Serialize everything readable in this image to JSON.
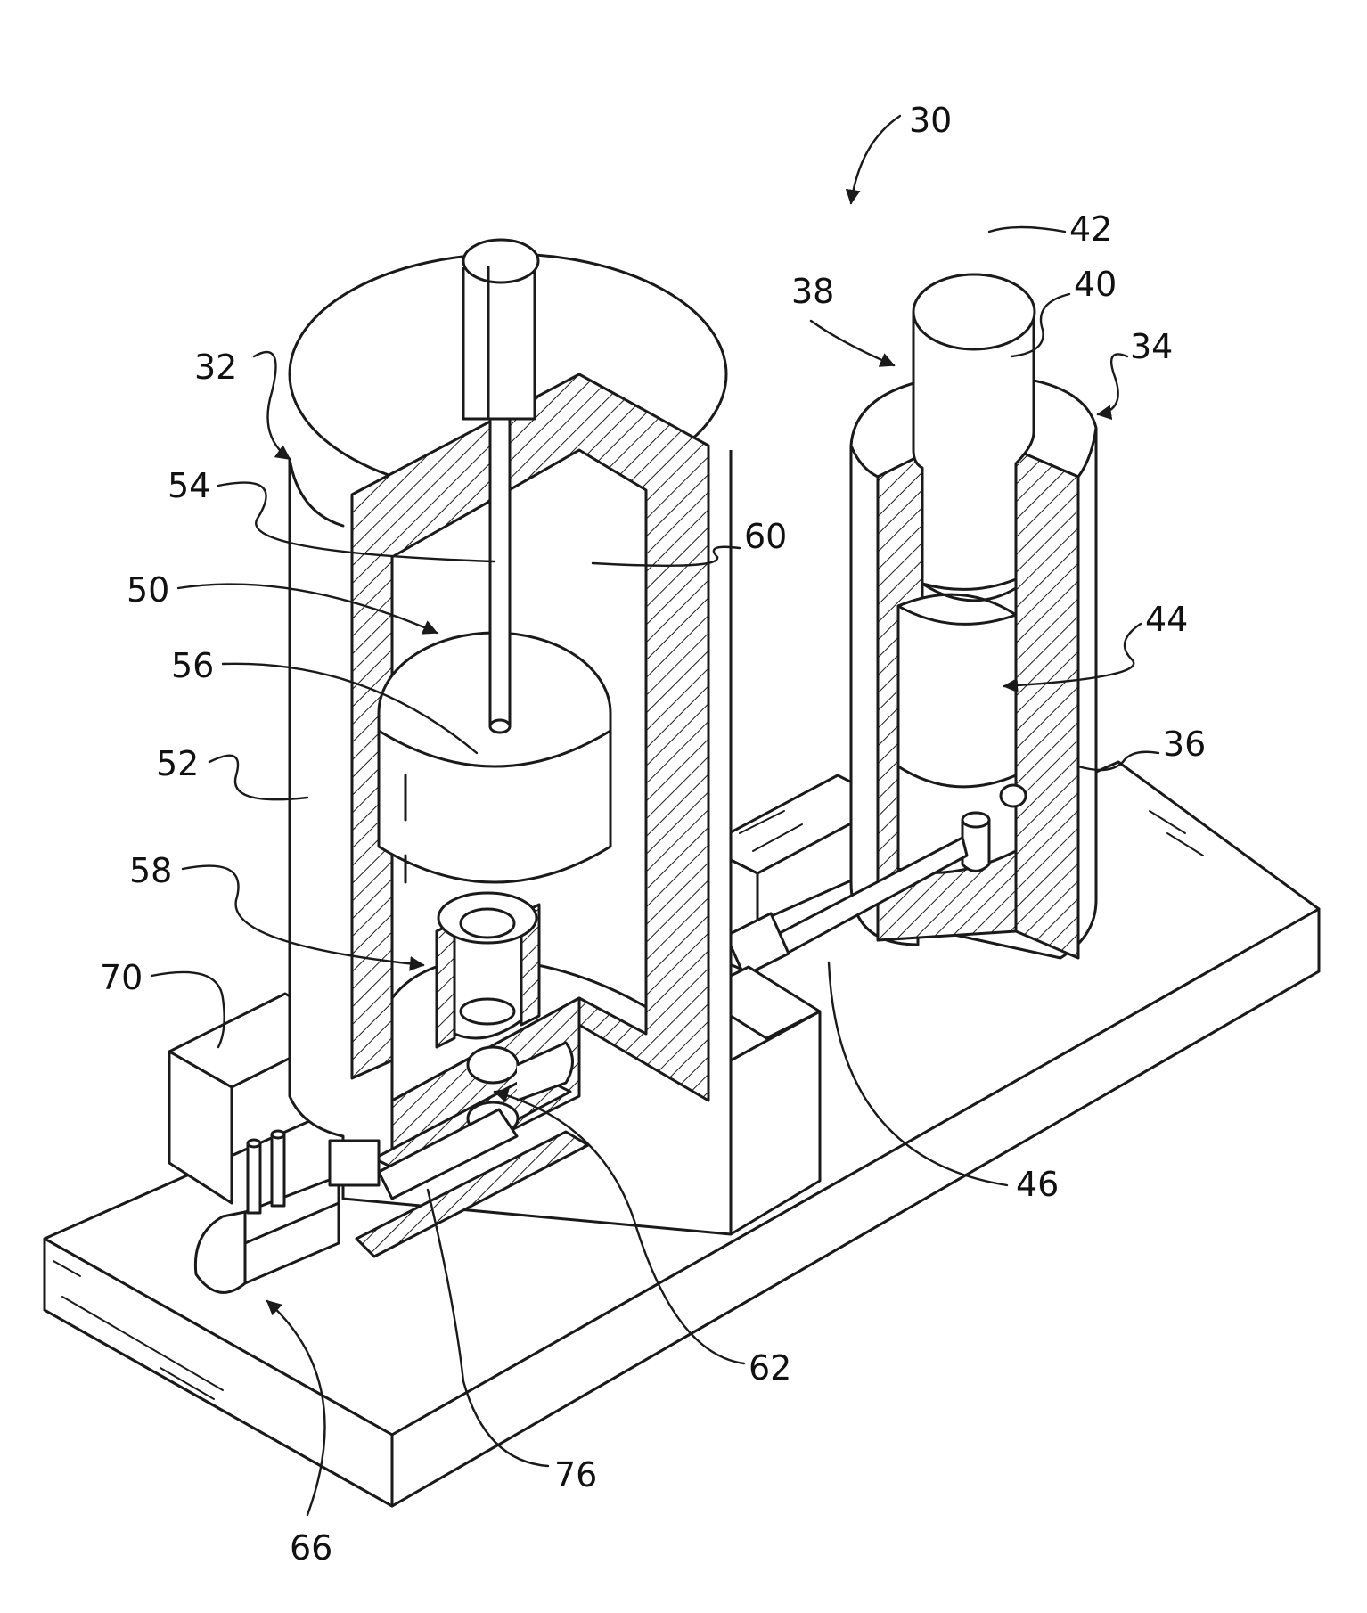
{
  "reference_numerals": {
    "n30": "30",
    "n32": "32",
    "n34": "34",
    "n36": "36",
    "n38": "38",
    "n40": "40",
    "n42": "42",
    "n44": "44",
    "n46": "46",
    "n50": "50",
    "n52": "52",
    "n54": "54",
    "n56": "56",
    "n58": "58",
    "n60": "60",
    "n62": "62",
    "n66": "66",
    "n70": "70",
    "n76": "76"
  },
  "colors": {
    "ink": "#1a1a1a",
    "background": "#ffffff"
  }
}
